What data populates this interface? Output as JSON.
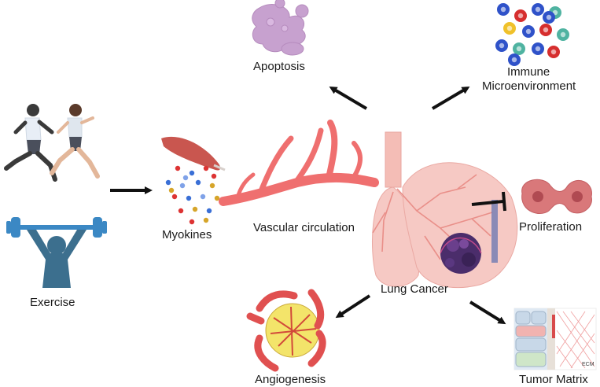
{
  "labels": {
    "exercise": "Exercise",
    "myokines": "Myokines",
    "vascular": "Vascular circulation",
    "apoptosis": "Apoptosis",
    "immune_line1": "Immune",
    "immune_line2": "Microenvironment",
    "proliferation": "Proliferation",
    "lung_cancer": "Lung Cancer",
    "angiogenesis": "Angiogenesis",
    "tumor_matrix": "Tumor Matrix",
    "ecm": "ECM"
  },
  "colors": {
    "arrow": "#111111",
    "vessel": "#ef6f6f",
    "lung": "#f6c9c4",
    "tumor": "#4b2d6b",
    "apoptosis": "#c7a1cf",
    "athlete": "#3c6f8e",
    "barbell": "#3b88c4"
  }
}
